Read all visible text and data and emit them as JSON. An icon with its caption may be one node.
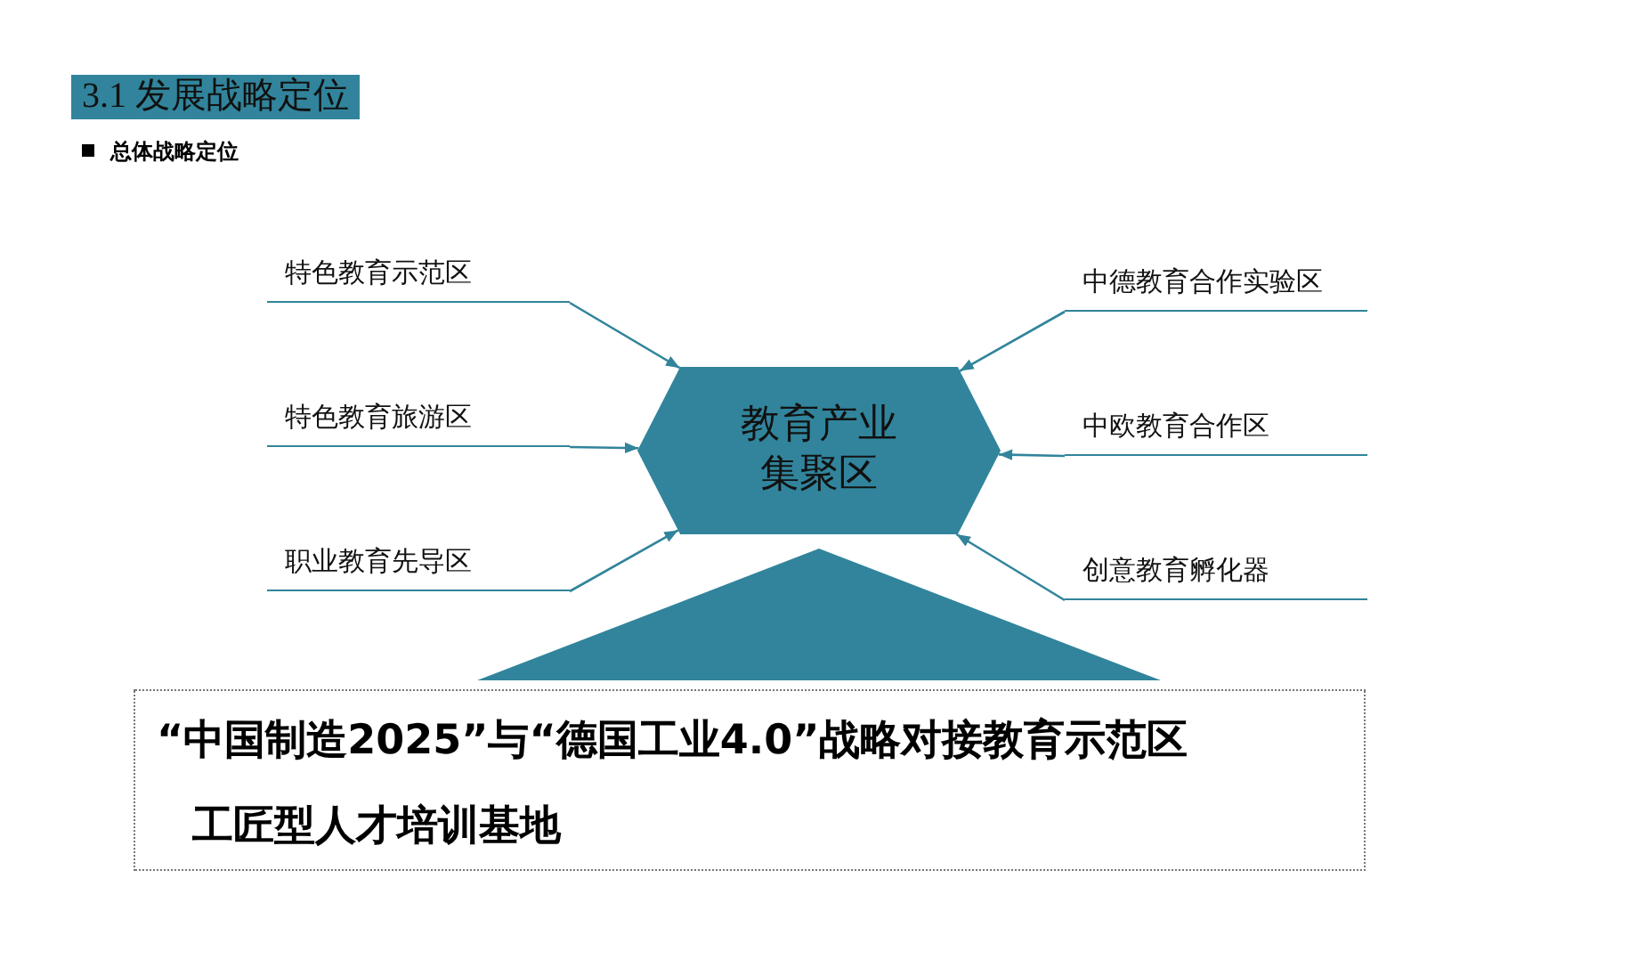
{
  "diagram": {
    "title": "3.1 发展战略定位",
    "nodes": [
      {
        "text": [
          "特色教育示范区"
        ]
      },
      {
        "text": [
          "中德教育合作实验区"
        ]
      },
      {
        "text": [
          "特色教育旅游区"
        ]
      },
      {
        "text": [
          "教育产业集聚区"
        ]
      },
      {
        "text": [
          "中欧教育合作区"
        ]
      },
      {
        "text": [
          "职业教育先导区"
        ]
      },
      {
        "text": [
          "创意教育孵化器"
        ]
      },
      {
        "text": [],
        "shape": "triangle"
      },
      {
        "text": [
          "“中国制造2025”与“德国工业4.0”战略对接教育示范区",
          "工匠型人才培训基地"
        ]
      }
    ],
    "edges": [
      {
        "from": 0,
        "to": 3,
        "arrow": "to"
      },
      {
        "from": 1,
        "to": 3,
        "arrow": "to"
      },
      {
        "from": 2,
        "to": 3,
        "arrow": "to"
      },
      {
        "from": 4,
        "to": 3,
        "arrow": "to"
      },
      {
        "from": 5,
        "to": 3,
        "arrow": "to"
      },
      {
        "from": 6,
        "to": 3,
        "arrow": "to"
      }
    ],
    "labels": [
      "总体战略定位"
    ]
  }
}
